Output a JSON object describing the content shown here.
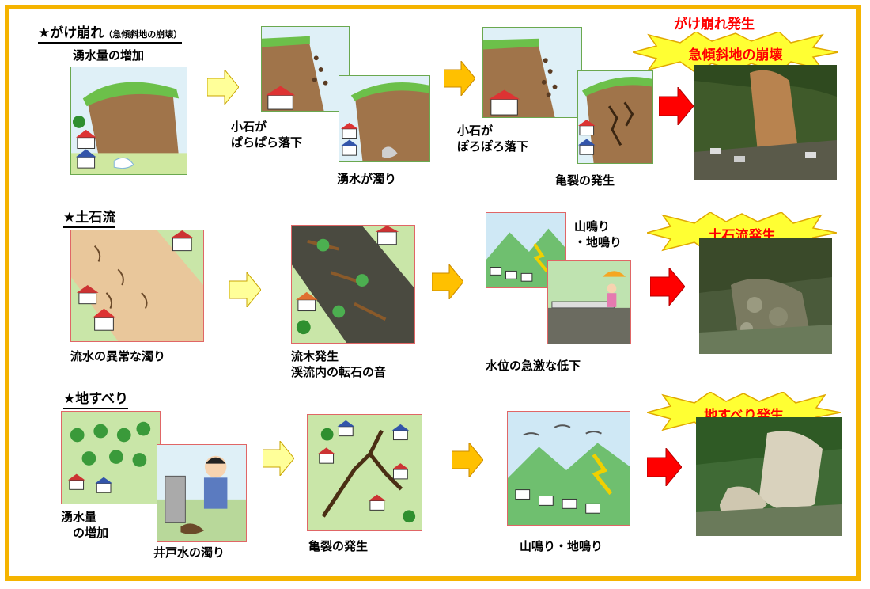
{
  "colors": {
    "frame": "#f5b400",
    "arrow_light": "#ffff99",
    "arrow_mid": "#ffc000",
    "arrow_red": "#ff0000",
    "accent_text": "#ff0000",
    "burst": "#ffff33"
  },
  "cliff": {
    "heading": "★がけ崩れ",
    "heading_sub": "（急傾斜地の崩壊）",
    "steps": [
      "湧水量の増加",
      "小石が\nぱらぱら落下",
      "湧水が濁り",
      "小石が\nぽろぽろ落下",
      "亀裂の発生"
    ],
    "result_title": "がけ崩れ発生",
    "result_burst": "急傾斜地の崩壊"
  },
  "debris": {
    "heading": "★土石流",
    "steps": [
      "流水の異常な濁り",
      "流木発生\n渓流内の転石の音",
      "山鳴り\n・地鳴り",
      "水位の急激な低下"
    ],
    "result_burst": "土石流発生"
  },
  "landslide": {
    "heading": "★地すべり",
    "steps": [
      "湧水量\n　の増加",
      "井戸水の濁り",
      "亀裂の発生",
      "山鳴り・地鳴り"
    ],
    "result_burst": "地すべり発生"
  }
}
